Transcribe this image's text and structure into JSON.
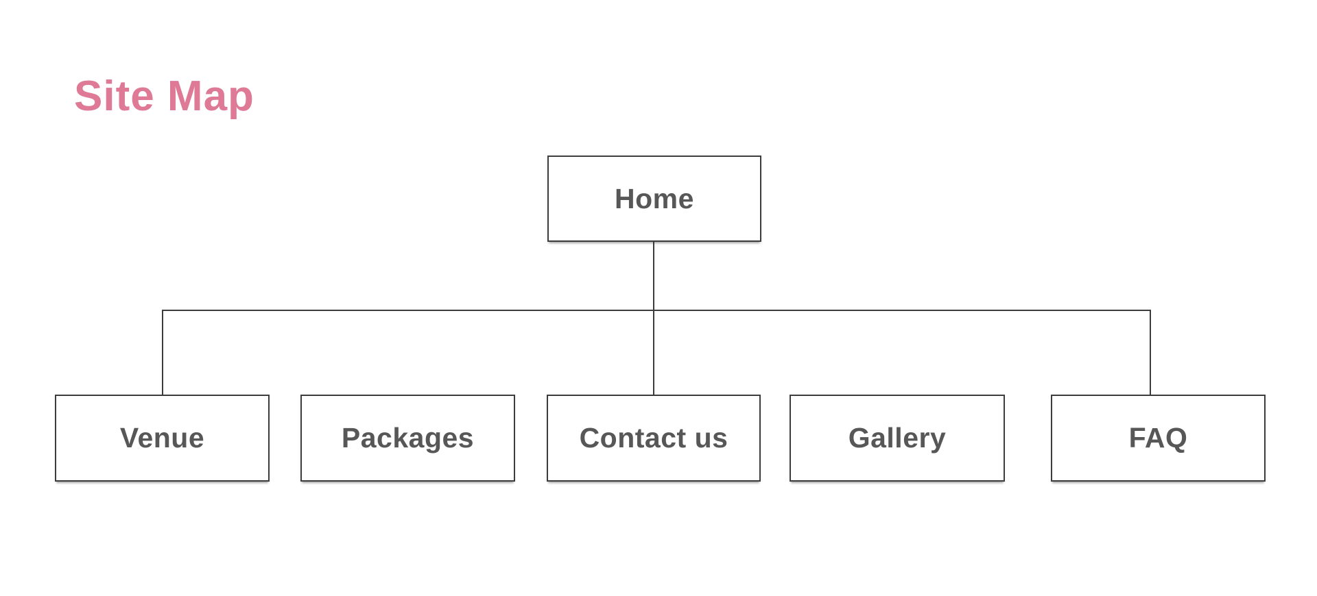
{
  "title": {
    "text": "Site Map"
  },
  "sitemap": {
    "root": {
      "label": "Home"
    },
    "children": [
      {
        "label": "Venue"
      },
      {
        "label": "Packages"
      },
      {
        "label": "Contact us"
      },
      {
        "label": "Gallery"
      },
      {
        "label": "FAQ"
      }
    ]
  },
  "style": {
    "title_color": "#de7996",
    "label_color": "#575757",
    "box_border_color": "#3c3c3c",
    "box_fill_color": "#ffffff",
    "connector_color": "#3c3c3c",
    "background_color": "#ffffff"
  }
}
